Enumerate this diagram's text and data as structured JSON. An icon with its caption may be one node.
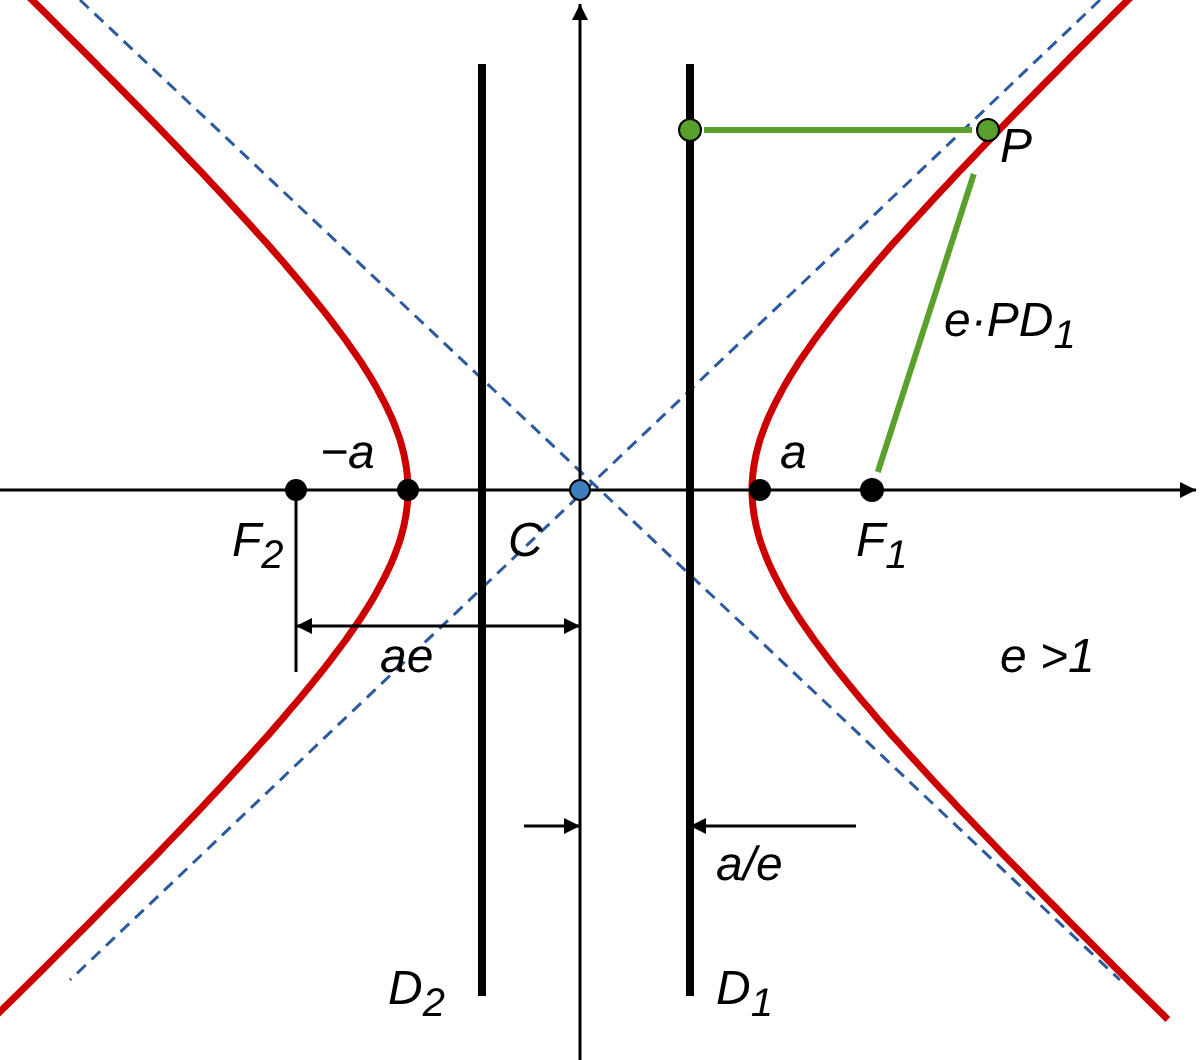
{
  "diagram": {
    "nodes": [
      {
        "text": [
          "P"
        ]
      },
      {
        "text": [],
        "shape": "circle"
      },
      {
        "text": [
          "F$_{1}$"
        ]
      }
    ],
    "edges": [
      {
        "from": 1,
        "to": 0,
        "arrow": "none",
        "color": "#5aa02c"
      },
      {
        "from": 0,
        "to": 2,
        "arrow": "none",
        "label": "e·PD$_{1}$",
        "color": "#5aa02c"
      }
    ],
    "labels": [
      "−a",
      "a",
      "F$_{2}$",
      "C",
      "ae",
      "e >1",
      "a/e",
      "D$_{2}$",
      "D$_{1}$"
    ]
  }
}
